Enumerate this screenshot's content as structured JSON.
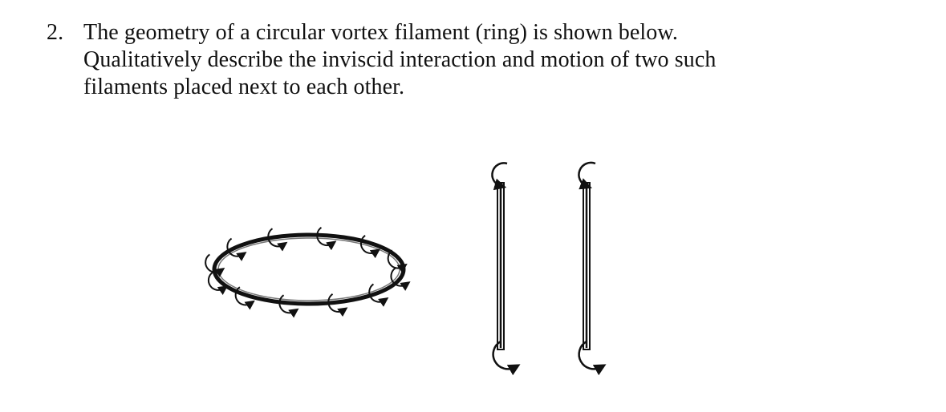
{
  "problem": {
    "number": "2.",
    "lines": [
      "The geometry of a circular vortex filament (ring) is shown below.",
      "Qualitatively describe the inviscid interaction and motion of two such",
      "filaments placed next to each other."
    ]
  },
  "figure": {
    "ring_arrows": 12,
    "cross_section_filaments": 2,
    "stroke_color": "#111111"
  }
}
